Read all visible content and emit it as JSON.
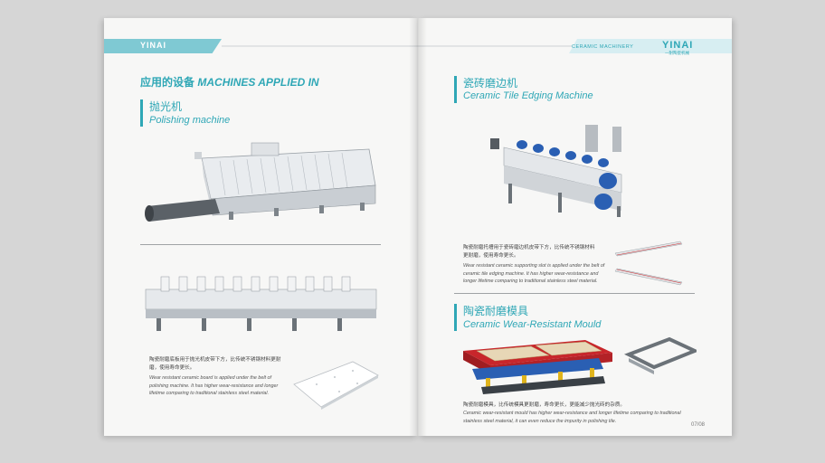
{
  "left_page": {
    "header_brand": "YINAI",
    "section_title_zh": "应用的设备",
    "section_title_en": "MACHINES APPLIED IN",
    "polishing": {
      "title_zh": "抛光机",
      "title_en": "Polishing machine"
    },
    "board": {
      "desc_zh": "陶瓷耐磨底板用于抛光机皮带下方，比传统不锈钢材料更耐磨，使用寿命更长。",
      "desc_en": "Wear resistant ceramic board is applied under the belt of polishing machine. It has higher wear-resistance and longer lifetime comparing to traditional stainless steel material."
    }
  },
  "right_page": {
    "header_small": "CERAMIC MACHINERY",
    "header_brand": "YINAI",
    "header_brand_zh": "一耐陶瓷机械",
    "edging": {
      "title_zh": "瓷砖磨边机",
      "title_en": "Ceramic Tile Edging Machine",
      "desc_zh": "陶瓷耐磨托槽用于瓷砖磨边机皮带下方，比传统不锈钢材料更耐磨，使用寿命更长。",
      "desc_en": "Wear resistant ceramic supporting slot is applied under the belt of ceramic tile edging machine. It has higher wear-resistance and longer lifetime comparing to traditional stainless steel material."
    },
    "mould": {
      "title_zh": "陶瓷耐磨模具",
      "title_en": "Ceramic Wear-Resistant Mould",
      "desc_zh": "陶瓷耐磨模具，比传统模具更耐磨，寿命更长，更能减少抛光砖的杂质。",
      "desc_en": "Ceramic wear-resistant mould has higher wear-resistance and longer lifetime comparing to traditional stainless steel material, it can even reduce the impurity in polishing tile."
    },
    "page_number": "07/08"
  },
  "colors": {
    "accent": "#2fa7b6",
    "banner": "#7fc9d3",
    "machine_blue": "#2a5fb3",
    "mould_red": "#c8262b"
  }
}
